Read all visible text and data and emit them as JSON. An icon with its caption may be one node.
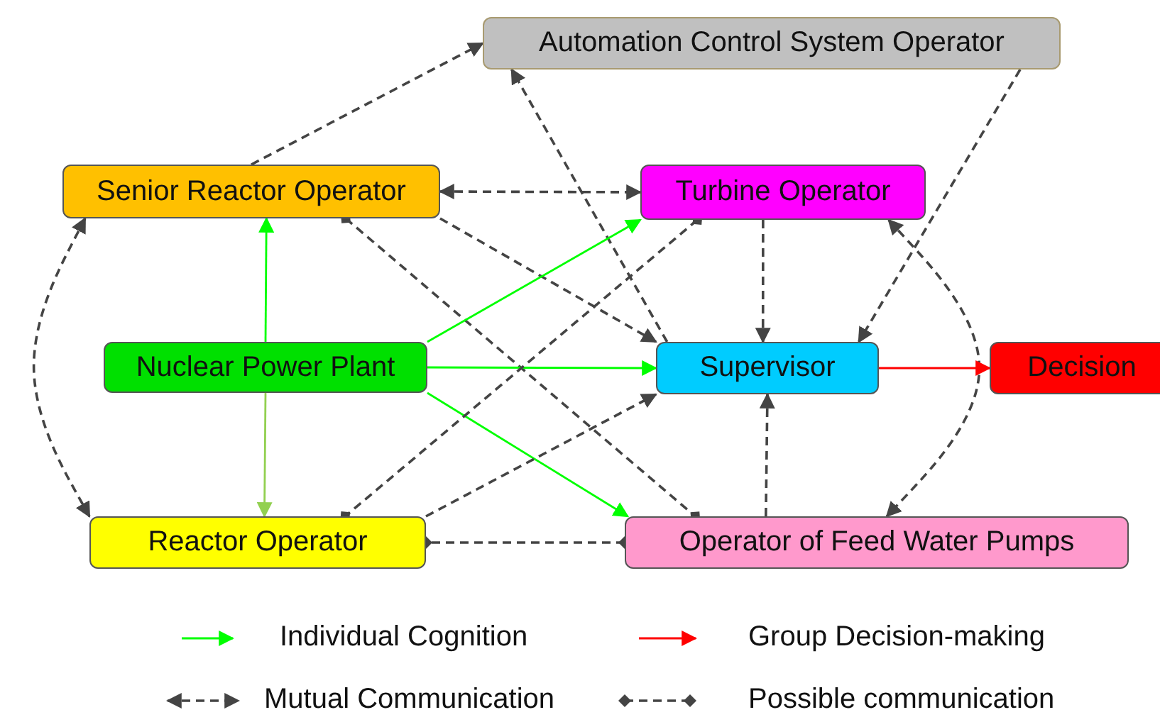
{
  "diagram": {
    "nodes": [
      {
        "text": [
          "Automation Control System Operator"
        ]
      },
      {
        "text": [
          "Senior Reactor Operator"
        ]
      },
      {
        "text": [
          "Turbine Operator"
        ]
      },
      {
        "text": [
          "Nuclear Power Plant"
        ]
      },
      {
        "text": [
          "Supervisor"
        ]
      },
      {
        "text": [
          "Decision"
        ]
      },
      {
        "text": [
          "Reactor Operator"
        ]
      },
      {
        "text": [
          "Operator of Feed Water Pumps"
        ]
      }
    ],
    "edges": [
      {
        "from": 1,
        "to": 0,
        "arrow": "to",
        "style": "dashed"
      },
      {
        "from": 4,
        "to": 0,
        "arrow": "to",
        "style": "dashed"
      },
      {
        "from": 0,
        "to": 4,
        "arrow": "to",
        "style": "dashed"
      },
      {
        "from": 1,
        "to": 2,
        "arrow": "both",
        "style": "dashed"
      },
      {
        "from": 1,
        "to": 4,
        "arrow": "to",
        "style": "dashed"
      },
      {
        "from": 1,
        "to": 7,
        "arrow": "other",
        "style": "dashed"
      },
      {
        "from": 1,
        "to": 6,
        "arrow": "both",
        "style": "dashed"
      },
      {
        "from": 3,
        "to": 1,
        "arrow": "to",
        "color": "#00ff00"
      },
      {
        "from": 3,
        "to": 6,
        "arrow": "to",
        "color": "#92d050"
      },
      {
        "from": 3,
        "to": 2,
        "arrow": "to",
        "color": "#00ff00"
      },
      {
        "from": 3,
        "to": 4,
        "arrow": "to",
        "color": "#00ff00"
      },
      {
        "from": 3,
        "to": 7,
        "arrow": "to",
        "color": "#00ff00"
      },
      {
        "from": 2,
        "to": 6,
        "arrow": "other",
        "style": "dashed"
      },
      {
        "from": 6,
        "to": 4,
        "arrow": "to",
        "style": "dashed"
      },
      {
        "from": 2,
        "to": 4,
        "arrow": "to",
        "style": "dashed"
      },
      {
        "from": 7,
        "to": 4,
        "arrow": "to",
        "style": "dashed"
      },
      {
        "from": 7,
        "to": 6,
        "arrow": "other",
        "style": "dashed"
      },
      {
        "from": 2,
        "to": 7,
        "arrow": "both",
        "style": "dashed"
      },
      {
        "from": 4,
        "to": 5,
        "arrow": "to",
        "color": "#ff0000"
      }
    ],
    "legend": [
      {
        "text": "Individual Cognition"
      },
      {
        "text": "Group Decision-making"
      },
      {
        "text": "Mutual Communication"
      },
      {
        "text": "Possible communication"
      }
    ]
  }
}
